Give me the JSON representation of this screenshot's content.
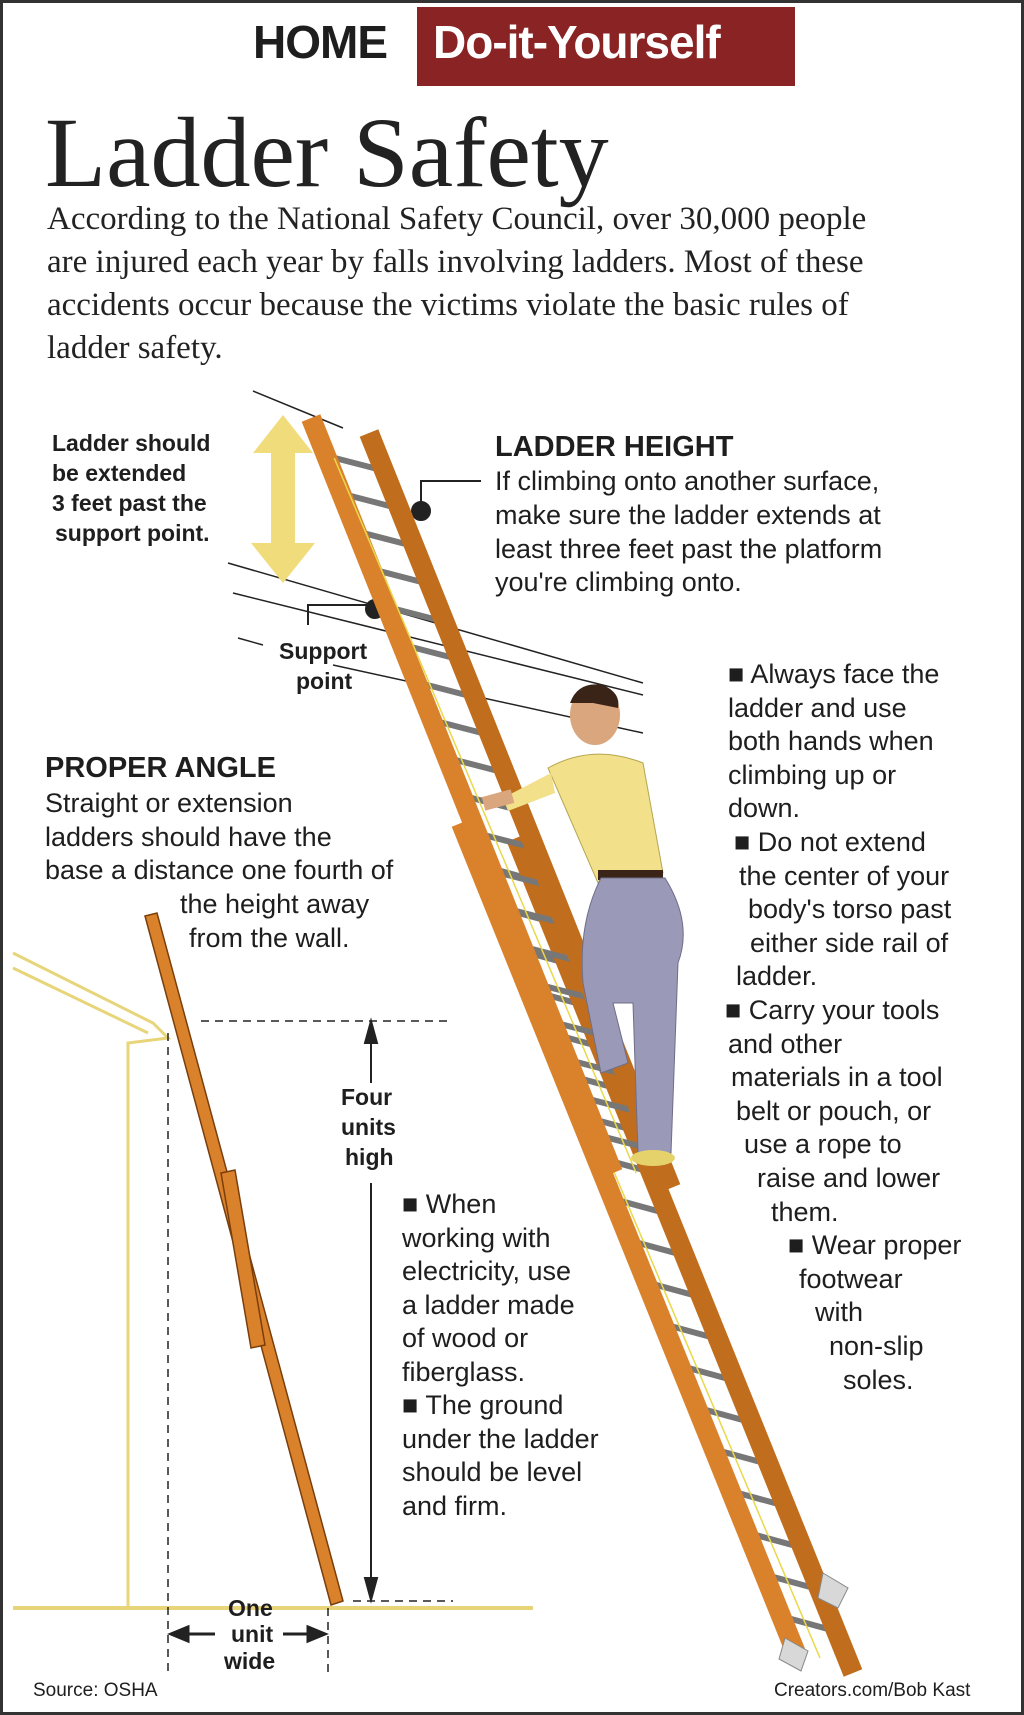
{
  "header": {
    "section": "HOME",
    "badge": "Do-it-Yourself",
    "badge_color": "#8a2424"
  },
  "title": "Ladder Safety",
  "intro_lines": [
    "According to the National Safety Council, over 30,000 people",
    "are injured each year by falls involving ladders. Most of these",
    "accidents occur because the victims violate the basic rules of",
    "ladder safety."
  ],
  "extend_note": [
    "Ladder should",
    "be extended",
    "3 feet past the",
    "support point."
  ],
  "support_label": [
    "Support",
    "point"
  ],
  "ladder_height": {
    "heading": "LADDER HEIGHT",
    "lines": [
      "If climbing onto another surface,",
      "make sure the ladder extends at",
      "least three feet past the platform",
      "you're climbing onto."
    ]
  },
  "proper_angle": {
    "heading": "PROPER ANGLE",
    "lines": [
      "Straight or extension",
      "ladders should have the",
      "base a distance one fourth of",
      "the height away",
      "from the wall."
    ]
  },
  "four_units": [
    "Four",
    "units",
    "high"
  ],
  "one_unit": [
    "One",
    "unit",
    "wide"
  ],
  "middle_tips": [
    "■ When",
    "working with",
    "electricity, use",
    "a ladder made",
    "of wood or",
    "fiberglass.",
    "■ The ground",
    "under the ladder",
    "should be level",
    "and firm."
  ],
  "right_tips": [
    "■ Always face the",
    "ladder and use",
    "both hands when",
    "climbing up or",
    "down.",
    "■ Do not extend",
    "the center of your",
    "body's torso past",
    "either side rail of",
    "ladder.",
    "■ Carry your tools",
    "and other",
    "materials in a tool",
    "belt or pouch, or",
    "use a rope to",
    "raise and lower",
    "them.",
    "■ Wear proper",
    "footwear",
    "with",
    "non-slip",
    "soles."
  ],
  "footer": {
    "source": "Source: OSHA",
    "credit": "Creators.com/Bob Kast"
  }
}
